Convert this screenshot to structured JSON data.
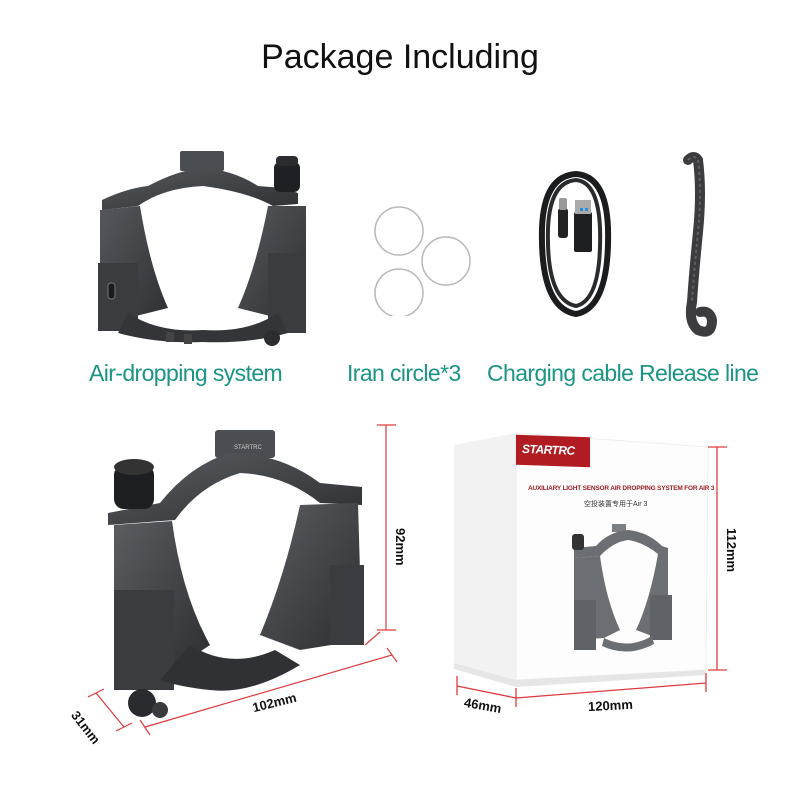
{
  "page": {
    "title": "Package Including"
  },
  "package_items": [
    {
      "label": "Air-dropping system",
      "icon": "air-dropping-mount"
    },
    {
      "label": "Iran circle*3",
      "icon": "ring-circles"
    },
    {
      "label": "Charging cable",
      "icon": "usb-cable"
    },
    {
      "label": "Release line",
      "icon": "rope"
    }
  ],
  "dimensions": {
    "mount": {
      "height": "92mm",
      "width": "102mm",
      "depth": "31mm"
    },
    "box": {
      "height": "112mm",
      "width": "120mm",
      "depth": "46mm",
      "brand": "STARTRC",
      "product_title": "AUXILIARY LIGHT SENSOR AIR DROPPING SYSTEM FOR AIR 3",
      "product_subtitle": "空投装置专用于Air 3"
    }
  },
  "colors": {
    "label_teal": "#1a9484",
    "dimension_red": "#e03a3e",
    "brand_red": "#b01c22",
    "product_gray": "#3d3f42"
  }
}
